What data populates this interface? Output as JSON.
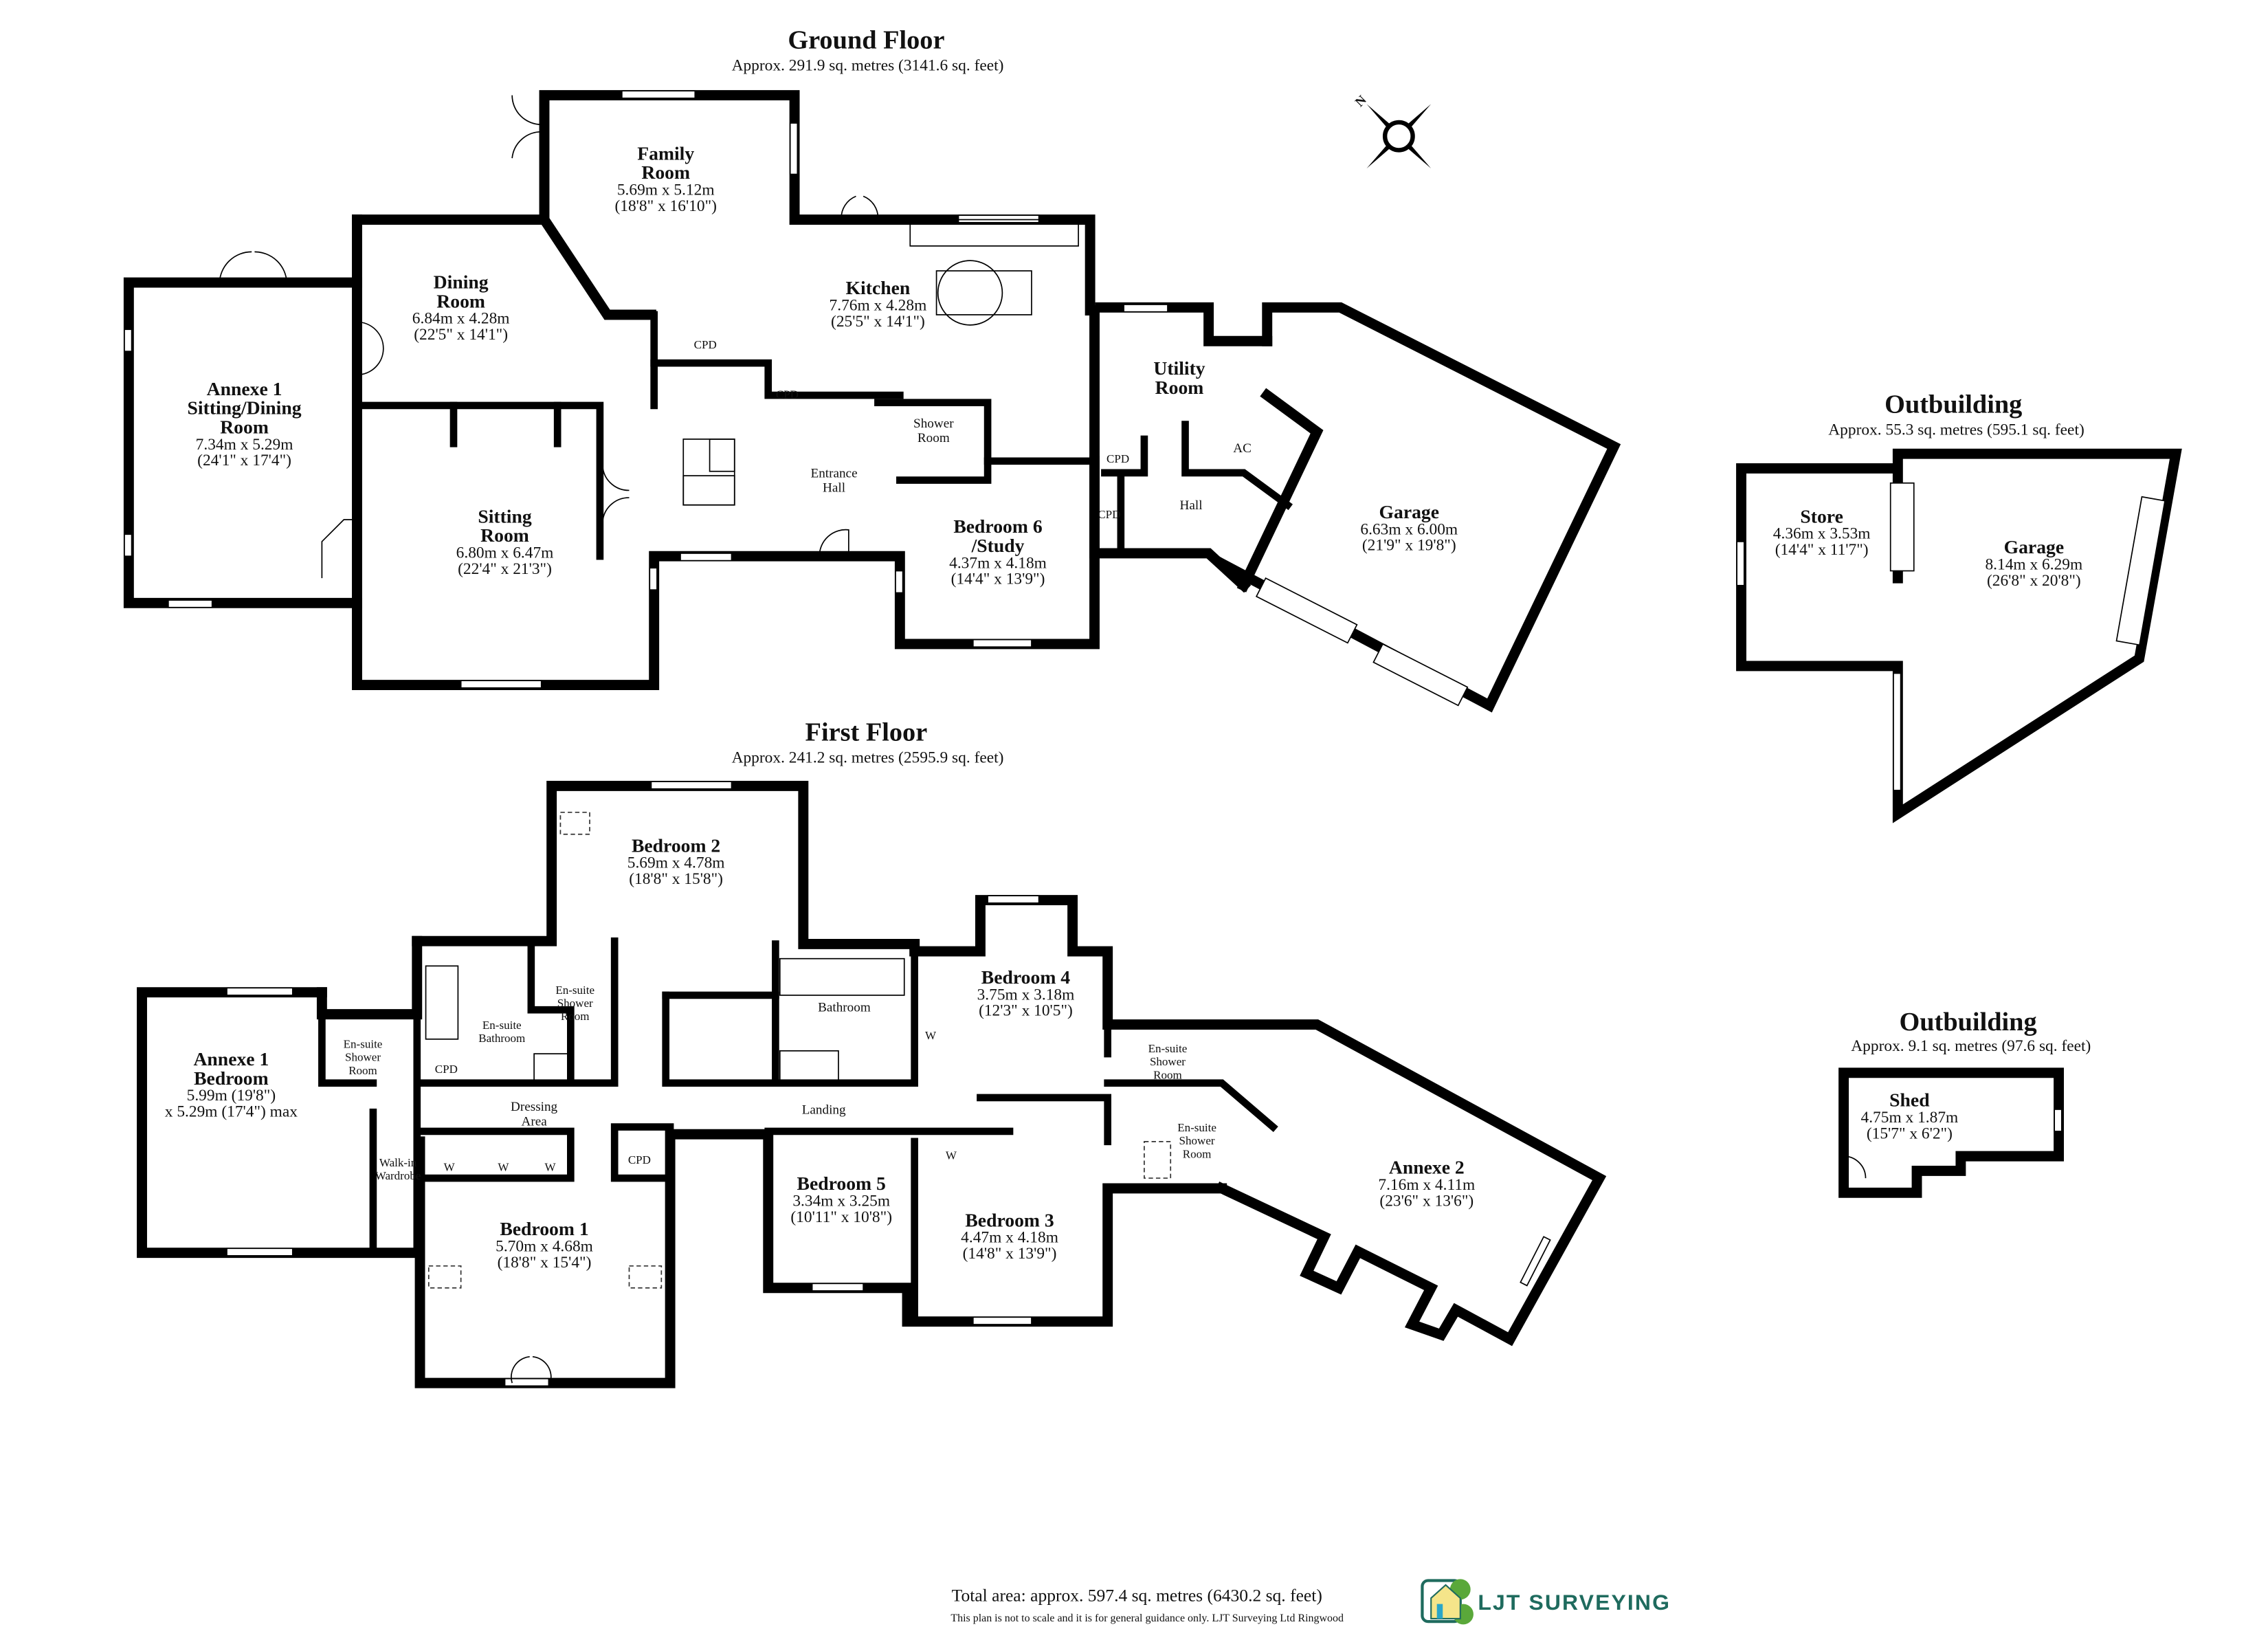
{
  "ground": {
    "title": "Ground Floor",
    "area": "Approx. 291.9 sq. metres (3141.6 sq. feet)",
    "rooms": [
      {
        "name": [
          "Family",
          "Room"
        ],
        "dims": "5.69m x 5.12m",
        "imperial": "(18'8\" x 16'10\")"
      },
      {
        "name": [
          "Dining",
          "Room"
        ],
        "dims": "6.84m x 4.28m",
        "imperial": "(22'5\" x 14'1\")"
      },
      {
        "name": [
          "Kitchen"
        ],
        "dims": "7.76m x 4.28m",
        "imperial": "(25'5\" x 14'1\")"
      },
      {
        "name": [
          "Annexe 1",
          "Sitting/Dining",
          "Room"
        ],
        "dims": "7.34m x 5.29m",
        "imperial": "(24'1\" x 17'4\")"
      },
      {
        "name": [
          "Sitting",
          "Room"
        ],
        "dims": "6.80m x 6.47m",
        "imperial": "(22'4\" x 21'3\")"
      },
      {
        "name": [
          "Entrance",
          "Hall"
        ]
      },
      {
        "name": [
          "Shower",
          "Room"
        ]
      },
      {
        "name": [
          "Bedroom 6",
          "/Study"
        ],
        "dims": "4.37m x 4.18m",
        "imperial": "(14'4\" x 13'9\")"
      },
      {
        "name": [
          "Utility",
          "Room"
        ]
      },
      {
        "name": [
          "AC"
        ]
      },
      {
        "name": [
          "Hall"
        ]
      },
      {
        "name": [
          "Garage"
        ],
        "dims": "6.63m x 6.00m",
        "imperial": "(21'9\" x 19'8\")"
      },
      {
        "name": [
          "CPD"
        ]
      },
      {
        "name": [
          "CPD"
        ]
      },
      {
        "name": [
          "CPD"
        ]
      },
      {
        "name": [
          "CPD"
        ]
      }
    ]
  },
  "first": {
    "title": "First Floor",
    "area": "Approx. 241.2 sq. metres (2595.9 sq. feet)",
    "rooms": [
      {
        "name": [
          "Bedroom 2"
        ],
        "dims": "5.69m x 4.78m",
        "imperial": "(18'8\" x 15'8\")"
      },
      {
        "name": [
          "Annexe 1",
          "Bedroom"
        ],
        "dims": "5.99m (19'8\")",
        "imperial": "x 5.29m (17'4\") max"
      },
      {
        "name": [
          "En-suite",
          "Shower",
          "Room"
        ]
      },
      {
        "name": [
          "En-suite",
          "Bathroom"
        ]
      },
      {
        "name": [
          "En-suite",
          "Shower",
          "Room"
        ]
      },
      {
        "name": [
          "CPD"
        ]
      },
      {
        "name": [
          "Dressing",
          "Area"
        ]
      },
      {
        "name": [
          "Walk-in",
          "Wardrobe"
        ]
      },
      {
        "name": [
          "W"
        ]
      },
      {
        "name": [
          "W"
        ]
      },
      {
        "name": [
          "W"
        ]
      },
      {
        "name": [
          "CPD"
        ]
      },
      {
        "name": [
          "Bathroom"
        ]
      },
      {
        "name": [
          "Bedroom 4"
        ],
        "dims": "3.75m x 3.18m",
        "imperial": "(12'3\" x 10'5\")"
      },
      {
        "name": [
          "W"
        ]
      },
      {
        "name": [
          "Landing"
        ]
      },
      {
        "name": [
          "Bedroom 5"
        ],
        "dims": "3.34m x 3.25m",
        "imperial": "(10'11\" x 10'8\")"
      },
      {
        "name": [
          "Bedroom 3"
        ],
        "dims": "4.47m x 4.18m",
        "imperial": "(14'8\" x 13'9\")"
      },
      {
        "name": [
          "W"
        ]
      },
      {
        "name": [
          "Bedroom 1"
        ],
        "dims": "5.70m x 4.68m",
        "imperial": "(18'8\" x 15'4\")"
      },
      {
        "name": [
          "En-suite",
          "Shower",
          "Room"
        ]
      },
      {
        "name": [
          "En-suite",
          "Shower",
          "Room"
        ]
      },
      {
        "name": [
          "Annexe 2"
        ],
        "dims": "7.16m x 4.11m",
        "imperial": "(23'6\" x 13'6\")"
      }
    ]
  },
  "outbuilding1": {
    "title": "Outbuilding",
    "area": "Approx. 55.3 sq. metres (595.1 sq. feet)",
    "rooms": [
      {
        "name": [
          "Store"
        ],
        "dims": "4.36m x 3.53m",
        "imperial": "(14'4\" x 11'7\")"
      },
      {
        "name": [
          "Garage"
        ],
        "dims": "8.14m x 6.29m",
        "imperial": "(26'8\" x 20'8\")"
      }
    ]
  },
  "outbuilding2": {
    "title": "Outbuilding",
    "area": "Approx. 9.1 sq. metres (97.6 sq. feet)",
    "rooms": [
      {
        "name": [
          "Shed"
        ],
        "dims": "4.75m x 1.87m",
        "imperial": "(15'7\" x 6'2\")"
      }
    ]
  },
  "compass": {
    "label": "N",
    "icon": "compass-rose-icon"
  },
  "footer": {
    "total": "Total area: approx. 597.4 sq. metres (6430.2 sq. feet)",
    "disclaimer": "This plan is not to scale and it is for general guidance only. LJT Surveying Ltd Ringwood",
    "logo_text": "LJT SURVEYING",
    "logo_color": "#1f6b5e"
  }
}
